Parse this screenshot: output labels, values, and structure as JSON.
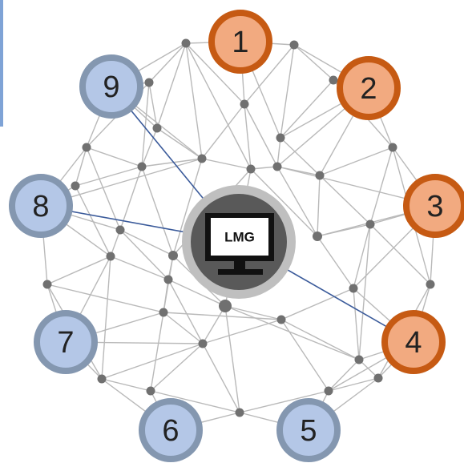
{
  "center": {
    "label": "LMG"
  },
  "nodes": [
    {
      "label": "1",
      "group": "orange"
    },
    {
      "label": "2",
      "group": "orange"
    },
    {
      "label": "3",
      "group": "orange"
    },
    {
      "label": "4",
      "group": "orange"
    },
    {
      "label": "5",
      "group": "blue"
    },
    {
      "label": "6",
      "group": "blue"
    },
    {
      "label": "7",
      "group": "blue"
    },
    {
      "label": "8",
      "group": "blue"
    },
    {
      "label": "9",
      "group": "blue"
    }
  ],
  "colors": {
    "orange_fill": "#f2aa80",
    "orange_ring": "#c65a13",
    "blue_fill": "#b4c7e7",
    "blue_ring": "#8497b0",
    "mesh_edge": "#b9b9b9",
    "mesh_dot": "#707070",
    "link": "#3a5a9a",
    "center_outer": "#bfbfbf",
    "center_inner": "#595959"
  },
  "icons": {
    "center_icon": "monitor-icon"
  }
}
